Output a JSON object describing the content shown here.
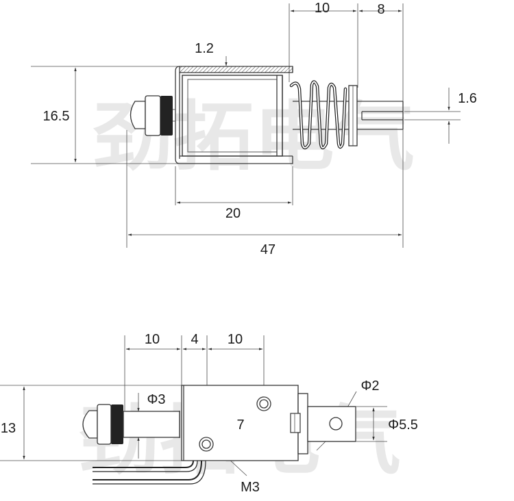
{
  "watermark": "劲拓电气",
  "top_view": {
    "dims": {
      "shell_thickness": "1.2",
      "height": "16.5",
      "spring_length": "10",
      "plunger_extension": "8",
      "slot_width": "1.6",
      "body_length": "20",
      "overall_length": "47"
    }
  },
  "side_view": {
    "dims": {
      "cap_length": "10",
      "gap": "4",
      "hole_spacing_x": "10",
      "height": "13",
      "plunger_diameter": "Φ3",
      "hole_spacing_y": "7",
      "pin_hole": "Φ2",
      "rod_diameter": "Φ5.5",
      "mount_thread": "M3"
    }
  }
}
